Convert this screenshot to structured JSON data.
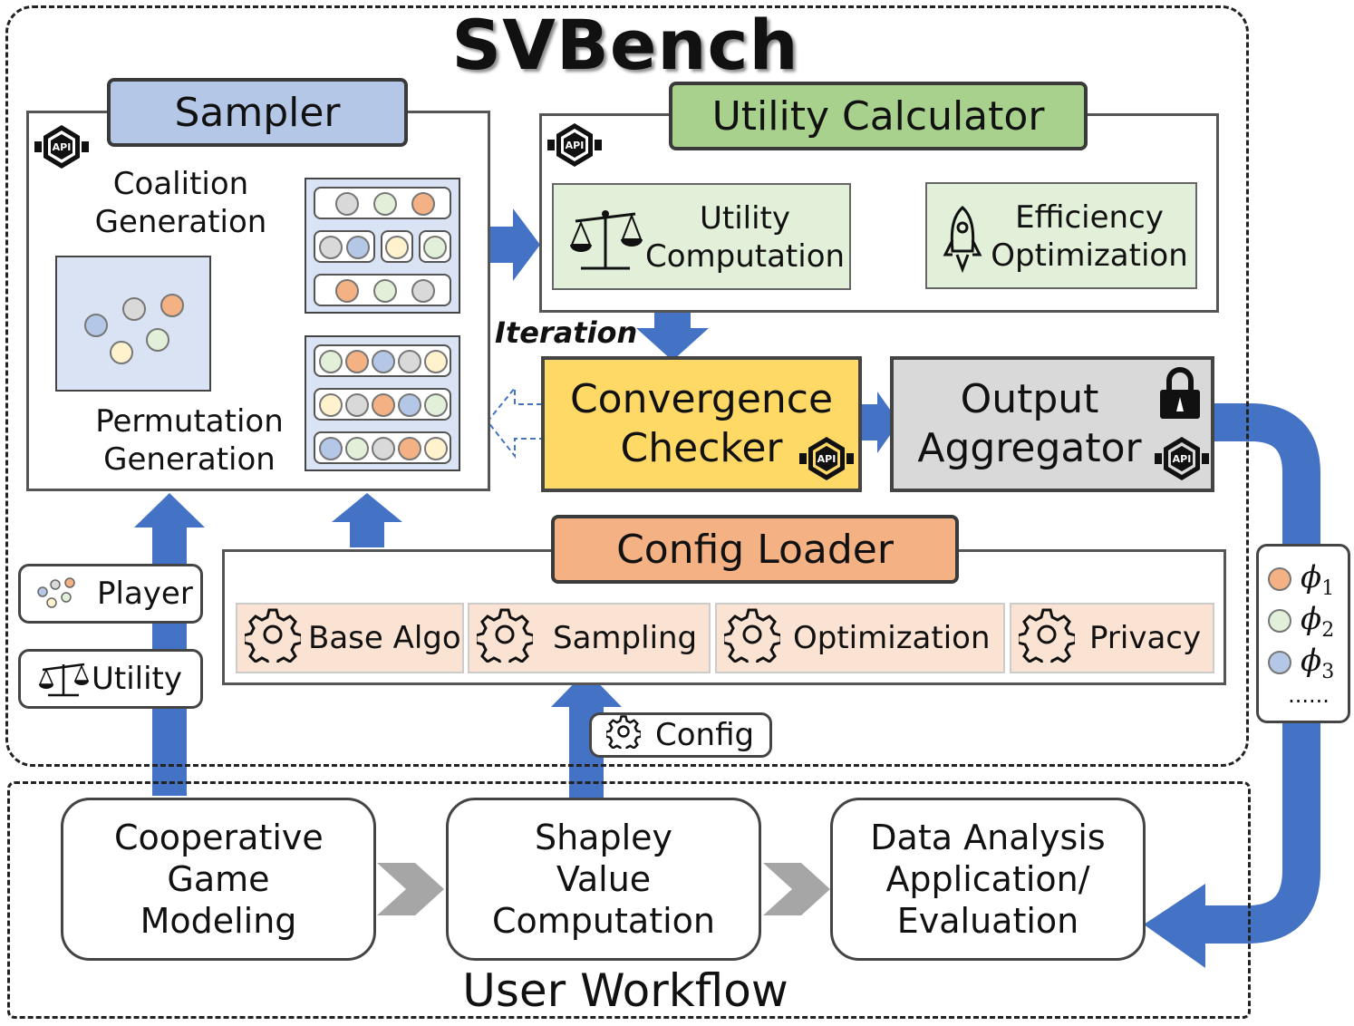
{
  "title": "SVBench",
  "colors": {
    "arrow_blue": "#4472c4",
    "sampler_fill": "#b4c7e7",
    "utility_fill": "#a9d18e",
    "utility_sub_fill": "#e2f0d9",
    "convergence_fill": "#ffd966",
    "aggregator_fill": "#d9d9d9",
    "config_fill": "#f4b183",
    "config_item_fill": "#fbe3d3",
    "chevron_gray": "#a6a6a6",
    "player_orange": "#f4b183",
    "player_green": "#e2f0d9",
    "player_blue": "#b4c7e7",
    "player_gray": "#d9d9d9",
    "player_yellow": "#fff2cc"
  },
  "sampler": {
    "title": "Sampler",
    "api_icon": "api-badge-icon",
    "coalition_label": "Coalition Generation",
    "permutation_label": "Permutation Generation"
  },
  "utility_calculator": {
    "title": "Utility Calculator",
    "api_icon": "api-badge-icon",
    "computation_label": "Utility Computation",
    "computation_icon": "balance-scale-icon",
    "cycle_icon": "cycle-arrows-icon",
    "efficiency_label": "Efficiency Optimization",
    "efficiency_icon": "rocket-icon"
  },
  "iteration_label": "Iteration",
  "convergence_checker": {
    "title": "Convergence Checker",
    "api_icon": "api-badge-icon"
  },
  "output_aggregator": {
    "title": "Output Aggregator",
    "lock_icon": "lock-icon",
    "api_icon": "api-badge-icon"
  },
  "config_loader": {
    "title": "Config Loader",
    "items": [
      {
        "label": "Base Algo",
        "icon": "gear-icon"
      },
      {
        "label": "Sampling",
        "icon": "gear-icon"
      },
      {
        "label": "Optimization",
        "icon": "gear-icon"
      },
      {
        "label": "Privacy",
        "icon": "gear-icon"
      }
    ]
  },
  "inputs": {
    "player": {
      "label": "Player",
      "icon": "player-dots-icon"
    },
    "utility": {
      "label": "Utility",
      "icon": "balance-scale-icon"
    },
    "config": {
      "label": "Config",
      "icon": "gear-icon"
    }
  },
  "outputs": {
    "values": [
      "ϕ",
      "ϕ",
      "ϕ"
    ],
    "subscripts": [
      "1",
      "2",
      "3"
    ],
    "ellipsis": "......"
  },
  "workflow": {
    "title": "User Workflow",
    "steps": [
      "Cooperative Game Modeling",
      "Shapley Value Computation",
      "Data Analysis Application/ Evaluation"
    ]
  }
}
